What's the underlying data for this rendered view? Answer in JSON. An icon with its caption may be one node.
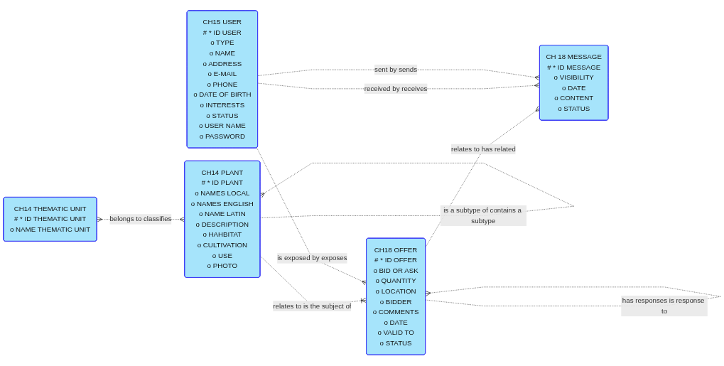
{
  "diagram": {
    "nodes": [
      {
        "text": [
          "CH14 THEMATIC UNIT",
          "# * ID THEMATIC UNIT",
          "o NAME THEMATIC UNIT"
        ]
      },
      {
        "text": [
          "CH14 PLANT",
          "# * ID PLANT",
          "o NAMES LOCAL",
          "o NAMES ENGLISH",
          "o NAME LATIN",
          "o DESCRIPTION",
          "o HAHBITAT",
          "o CULTIVATION",
          "o USE",
          "o PHOTO"
        ]
      },
      {
        "text": [
          "CH18 OFFER",
          "# * ID OFFER",
          "o BID OR ASK",
          "o QUANTITY",
          "o LOCATION",
          "o BIDDER",
          "o COMMENTS",
          "o DATE",
          "o VALID TO",
          "o STATUS"
        ]
      },
      {
        "text": [
          "CH15 USER",
          "# * ID USER",
          "o TYPE",
          "o NAME",
          "o ADDRESS",
          "o E-MAIL",
          "o PHONE",
          "o DATE OF BIRTH",
          "o INTERESTS",
          "o STATUS",
          "o USER NAME",
          "o PASSWORD"
        ]
      },
      {
        "text": [
          "CH 18 MESSAGE",
          "# * ID MESSAGE",
          "o VISIBILITY",
          "o DATE",
          "o CONTENT",
          "o STATUS"
        ]
      }
    ],
    "edges": [
      {
        "from": 0,
        "to": 1,
        "arrow": "other",
        "label": "belongs to classifies",
        "style": "dashed"
      },
      {
        "from": 1,
        "to": 2,
        "arrow": "other",
        "label": "relates to is the subject of",
        "style": "dashed"
      },
      {
        "from": 1,
        "to": 1,
        "arrow": "other",
        "label": "is a subtype of contains a subtype",
        "style": "dashed"
      },
      {
        "from": 2,
        "to": 2,
        "arrow": "other",
        "label": "has responses is response to",
        "style": "dashed"
      },
      {
        "from": 3,
        "to": 2,
        "arrow": "other",
        "label": "is exposed by exposes",
        "style": "dashed"
      },
      {
        "from": 2,
        "to": 4,
        "arrow": "other",
        "label": "relates to has related",
        "style": "dashed"
      },
      {
        "from": 3,
        "to": 4,
        "arrow": "other",
        "label": "received by receives",
        "style": "dashed"
      },
      {
        "from": 3,
        "to": 4,
        "arrow": "other",
        "label": "sent by sends",
        "style": "dashed"
      }
    ]
  }
}
